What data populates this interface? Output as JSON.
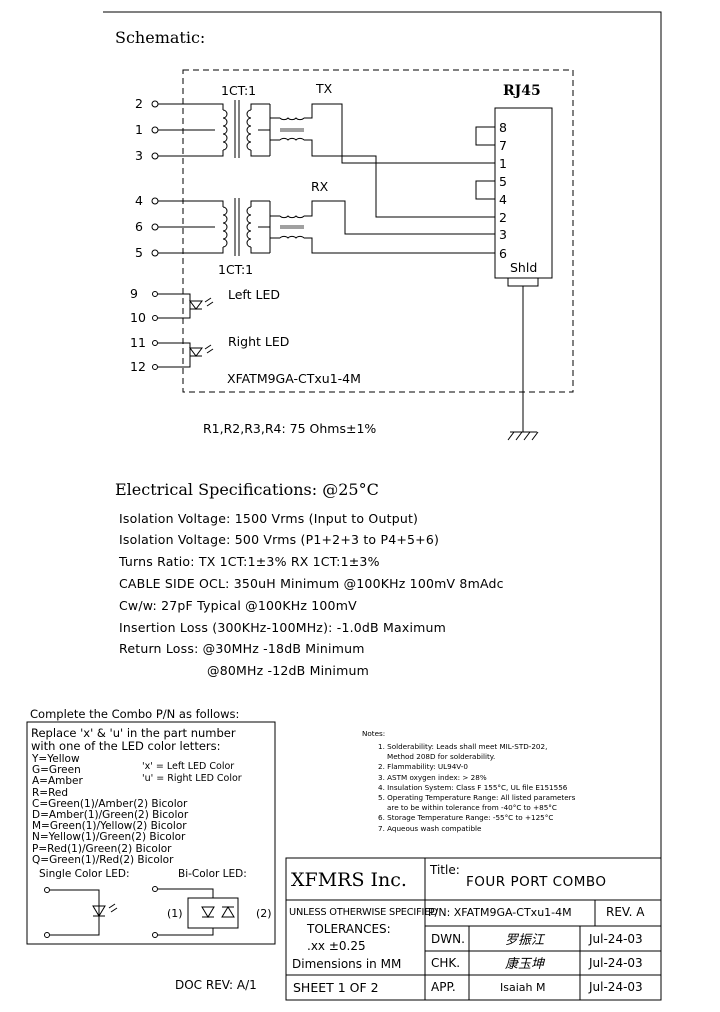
{
  "schematic": {
    "title": "Schematic:",
    "rj45_label": "RJ45",
    "tx_label": "TX",
    "rx_label": "RX",
    "ct_top": "1CT:1",
    "ct_bottom": "1CT:1",
    "left_pins": [
      "2",
      "1",
      "3",
      "4",
      "6",
      "5",
      "9",
      "10",
      "11",
      "12"
    ],
    "rj45_pins": [
      "8",
      "7",
      "1",
      "5",
      "4",
      "2",
      "3",
      "6"
    ],
    "shield_label": "Shld",
    "left_led_label": "Left LED",
    "right_led_label": "Right LED",
    "part_label": "XFATM9GA-CTxu1-4M",
    "resistor_note": "R1,R2,R3,R4: 75 Ohms±1%"
  },
  "specs": {
    "title": "Electrical Specifications: @25°C",
    "lines": [
      "Isolation Voltage:  1500 Vrms (Input to Output)",
      "Isolation Voltage:  500 Vrms (P1+2+3 to P4+5+6)",
      "Turns Ratio: TX 1CT:1±3% RX 1CT:1±3%",
      "CABLE SIDE OCL: 350uH Minimum @100KHz 100mV 8mAdc",
      "Cw/w: 27pF Typical @100KHz 100mV",
      "Insertion Loss (300KHz-100MHz): -1.0dB Maximum",
      "Return Loss: @30MHz   -18dB Minimum",
      "@80MHz   -12dB Minimum"
    ]
  },
  "combo": {
    "title": "Complete the Combo P/N as follows:",
    "intro": [
      "Replace 'x' & 'u' in the part number",
      "with one of the LED color letters:"
    ],
    "colors": [
      "Y=Yellow",
      "G=Green",
      "A=Amber",
      "R=Red",
      "C=Green(1)/Amber(2) Bicolor",
      "D=Amber(1)/Green(2) Bicolor",
      "M=Green(1)/Yellow(2) Bicolor",
      "N=Yellow(1)/Green(2) Bicolor",
      "P=Red(1)/Green(2) Bicolor",
      "Q=Green(1)/Red(2) Bicolor"
    ],
    "x_note": "'x' = Left LED Color",
    "u_note": "'u' = Right LED Color",
    "single_led": "Single Color LED:",
    "bi_led": "Bi-Color LED:",
    "bi_1": "(1)",
    "bi_2": "(2)"
  },
  "notes": {
    "title": "Notes:",
    "items": [
      "1. Solderability: Leads shall meet MIL-STD-202,",
      "    Method 208D for solderability.",
      "2. Flammability: UL94V-0",
      "3. ASTM oxygen index: > 28%",
      "4. Insulation System: Class F 155°C, UL file E151556",
      "5. Operating Temperature Range: All listed parameters",
      "    are to be within tolerance from -40°C to +85°C",
      "6. Storage Temperature Range: -55°C to +125°C",
      "7. Aqueous wash compatible"
    ]
  },
  "title_block": {
    "company": "XFMRS Inc.",
    "title_label": "Title:",
    "title": "FOUR PORT COMBO",
    "unless": "UNLESS OTHERWISE SPECIFIED",
    "tol_label": "TOLERANCES:",
    "tol_value": ".xx ±0.25",
    "dims": "Dimensions in MM",
    "pn": "P/N: XFATM9GA-CTxu1-4M",
    "rev": "REV. A",
    "dwn_label": "DWN.",
    "dwn_name": "罗振江",
    "dwn_date": "Jul-24-03",
    "chk_label": "CHK.",
    "chk_name": "康玉坤",
    "chk_date": "Jul-24-03",
    "app_label": "APP.",
    "app_name": "Isaiah M",
    "app_date": "Jul-24-03",
    "sheet": "SHEET  1  OF  2",
    "doc_rev": "DOC REV: A/1"
  }
}
